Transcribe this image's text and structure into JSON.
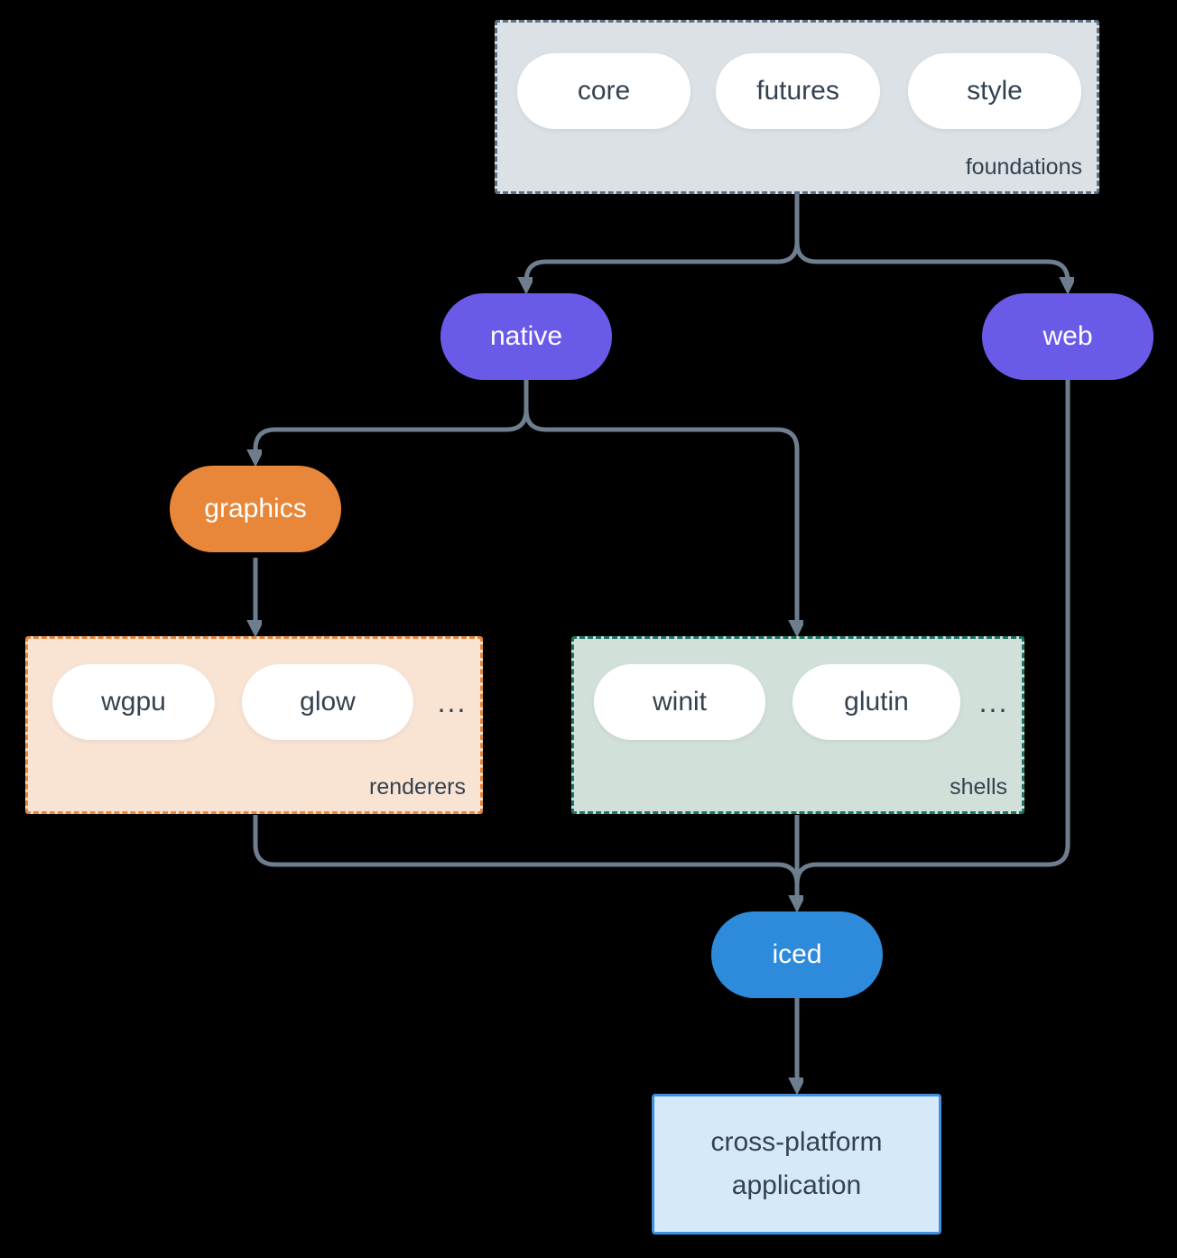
{
  "diagram": {
    "foundations": {
      "label": "foundations",
      "pills": [
        "core",
        "futures",
        "style"
      ]
    },
    "nodes": {
      "native": "native",
      "web": "web",
      "graphics": "graphics",
      "iced": "iced",
      "application": "cross-platform application"
    },
    "renderers": {
      "label": "renderers",
      "pills": [
        "wgpu",
        "glow"
      ],
      "more": "..."
    },
    "shells": {
      "label": "shells",
      "pills": [
        "winit",
        "glutin"
      ],
      "more": "..."
    },
    "colors": {
      "background": "#000000",
      "arrow_line": "#6e7e8e",
      "purple_node": "#6a5ae8",
      "orange_node": "#e8873a",
      "blue_node": "#2e8bdb",
      "foundations_fill": "#dbe1e5",
      "foundations_border": "#5d7081",
      "renderers_fill": "#f9e3d3",
      "renderers_border": "#e8873a",
      "shells_fill": "#d2e0da",
      "shells_border": "#1d7568",
      "application_fill": "#d6e9f9",
      "application_border": "#3f90de",
      "text_dark": "#344250",
      "text_light": "#ffffff"
    }
  }
}
